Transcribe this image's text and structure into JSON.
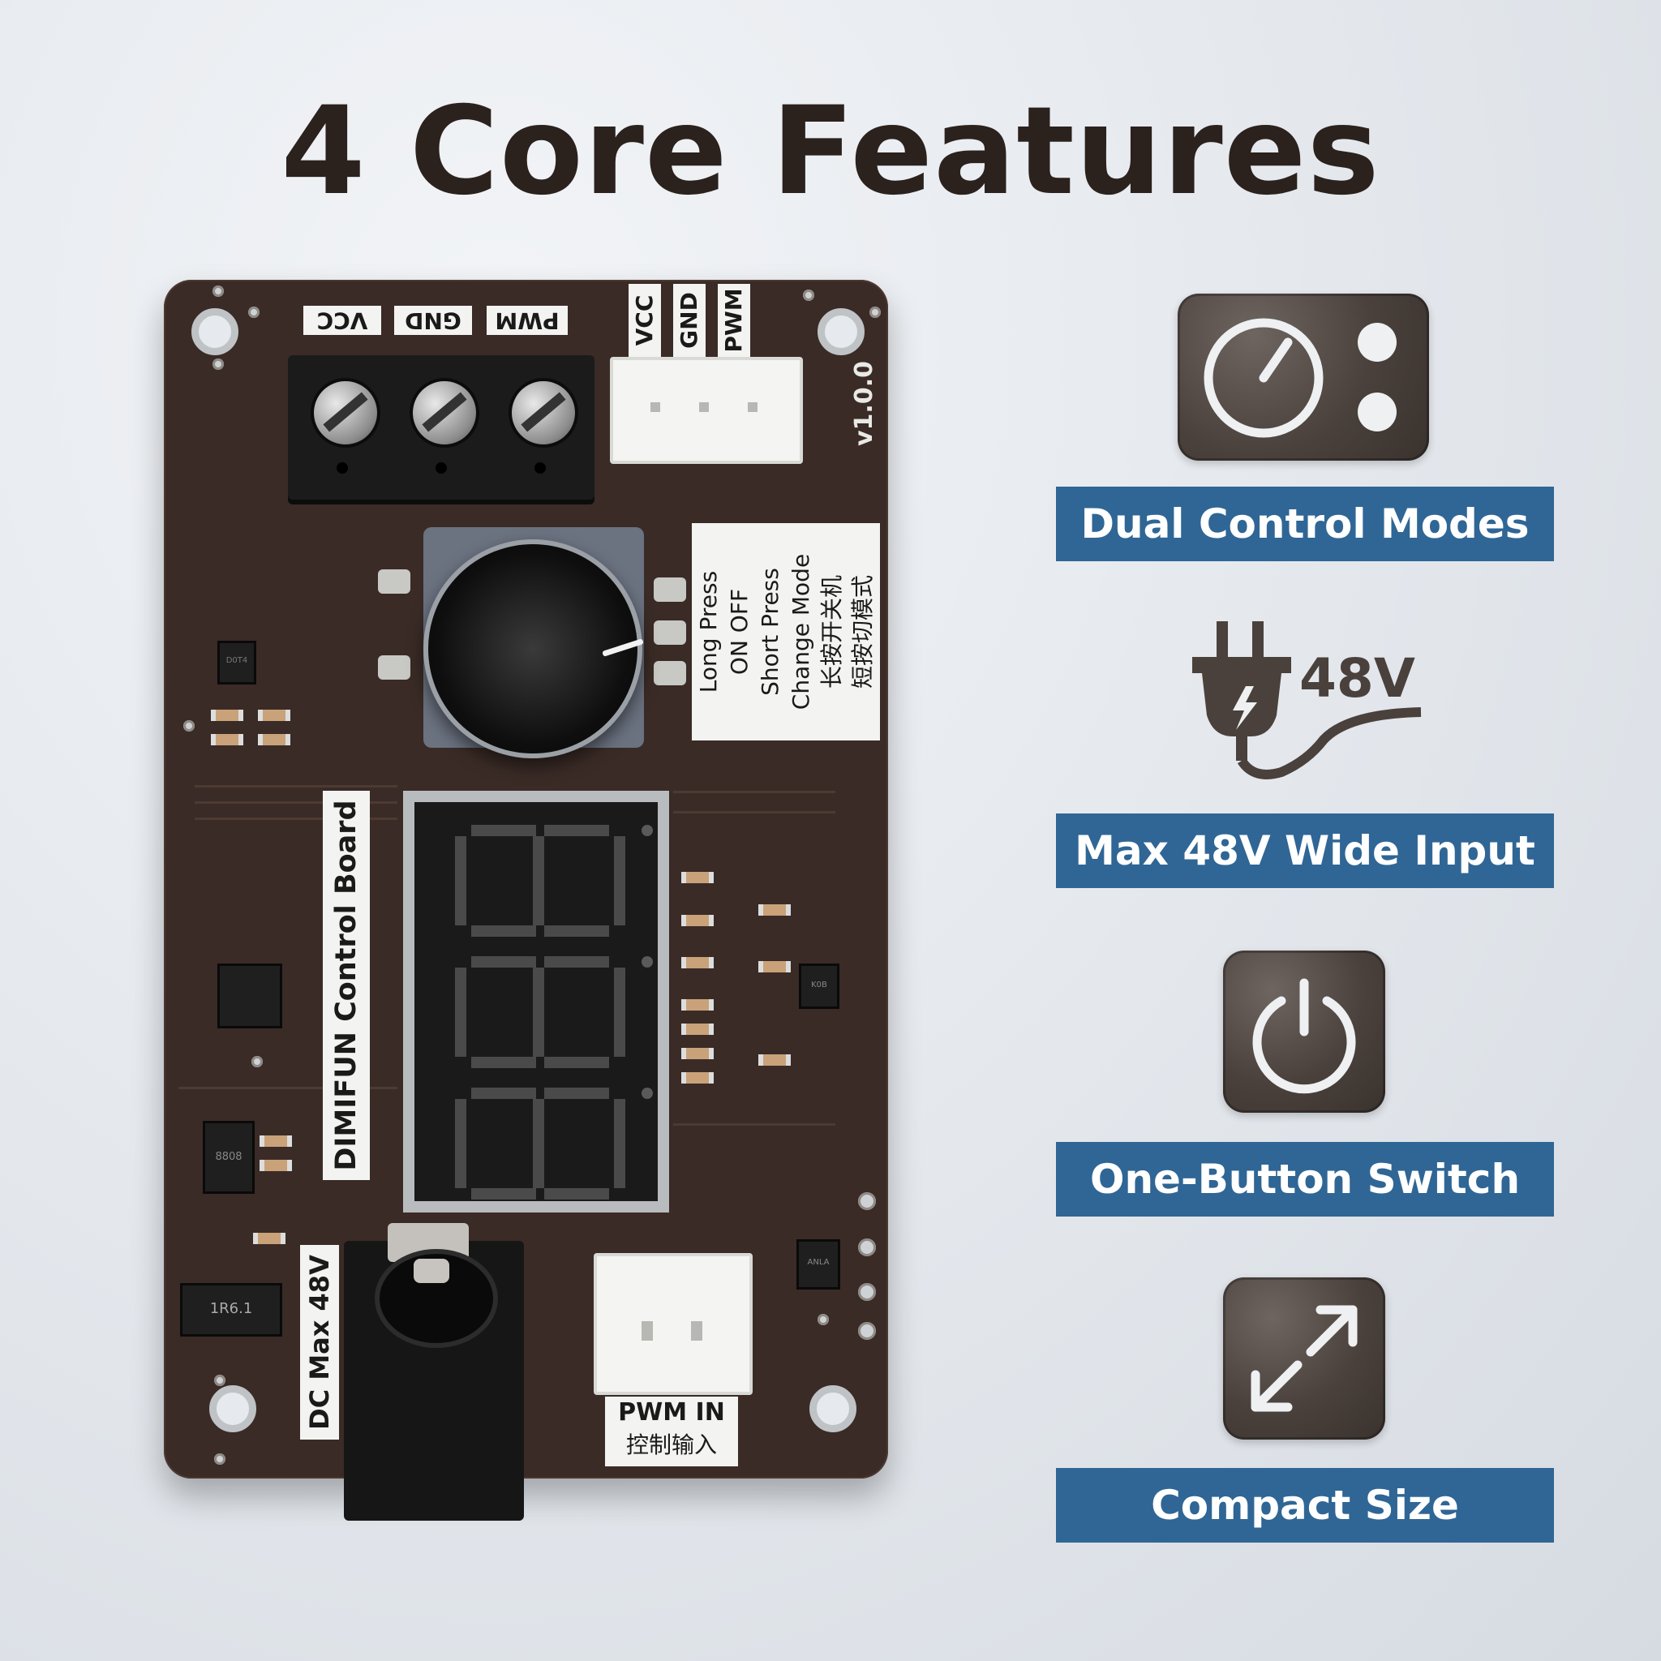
{
  "title": "4 Core Features",
  "board": {
    "terminal_labels": [
      "VCC",
      "GND",
      "PWM"
    ],
    "header_labels": [
      "VCC",
      "GND",
      "PWM"
    ],
    "version": "v1.0.0",
    "instruction_lines": [
      "Long Press",
      "ON OFF",
      "Short Press",
      "Change Mode",
      "长按开关机",
      "短按切模式"
    ],
    "name": "DIMIFUN Control Board",
    "power_label": "DC Max 48V",
    "pwm_in_label": "PWM IN",
    "pwm_in_cn": "控制输入",
    "chip_marks": [
      "D0T4",
      "8808",
      "1R6.1",
      "K0B",
      "ANLA"
    ]
  },
  "features": [
    {
      "label": "Dual Control Modes",
      "icon": "knob-icon"
    },
    {
      "label": "Max 48V Wide Input",
      "icon": "plug-icon"
    },
    {
      "label": "One-Button Switch",
      "icon": "power-icon"
    },
    {
      "label": "Compact Size",
      "icon": "expand-arrows-icon"
    }
  ],
  "voltage_badge": "48V",
  "colors": {
    "label_bg": "#2f6695",
    "pcb": "#3a2b26",
    "title": "#2b211d"
  }
}
